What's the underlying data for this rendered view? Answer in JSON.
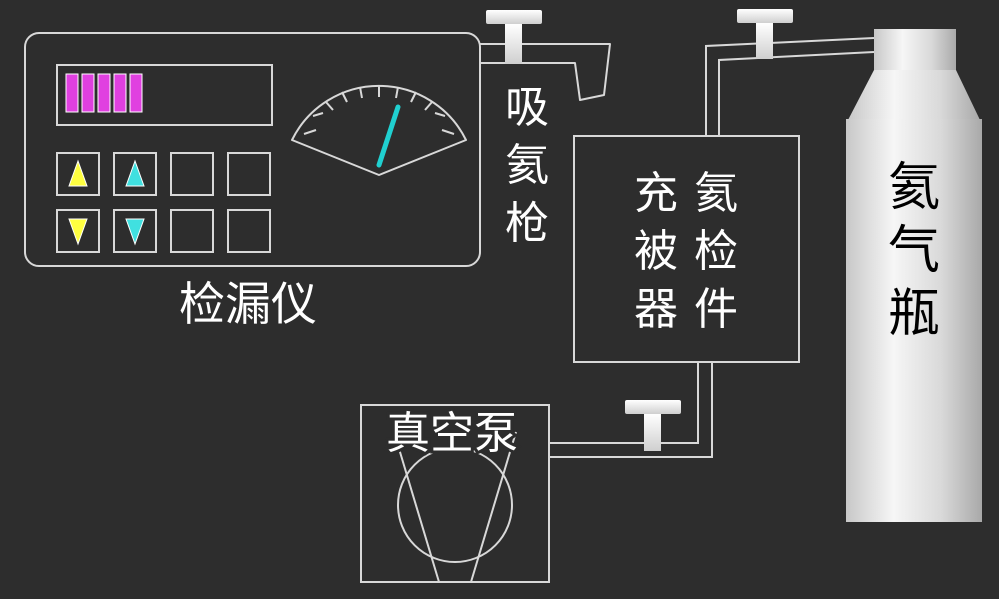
{
  "colors": {
    "background": "#2d2d2d",
    "line": "#d8d8d8",
    "display_bars": "#e040e0",
    "yellow_arrow": "#ffff40",
    "cyan_arrow": "#40e0e0",
    "needle": "#20d0d0"
  },
  "leak_detector": {
    "label": "检漏仪",
    "display_level_bars": 5,
    "buttons": [
      "up-arrow-yellow",
      "up-arrow-cyan",
      "blank",
      "blank",
      "down-arrow-yellow",
      "down-arrow-cyan",
      "blank",
      "blank"
    ]
  },
  "sniffer_gun": {
    "label_chars": [
      "吸",
      "氦",
      "枪"
    ]
  },
  "test_part": {
    "label_rows": [
      [
        "充",
        "氦"
      ],
      [
        "被",
        "检"
      ],
      [
        "器",
        "件"
      ]
    ]
  },
  "helium_cylinder": {
    "label_chars": [
      "氦",
      "气",
      "瓶"
    ]
  },
  "vacuum_pump": {
    "label": "真空泵"
  }
}
